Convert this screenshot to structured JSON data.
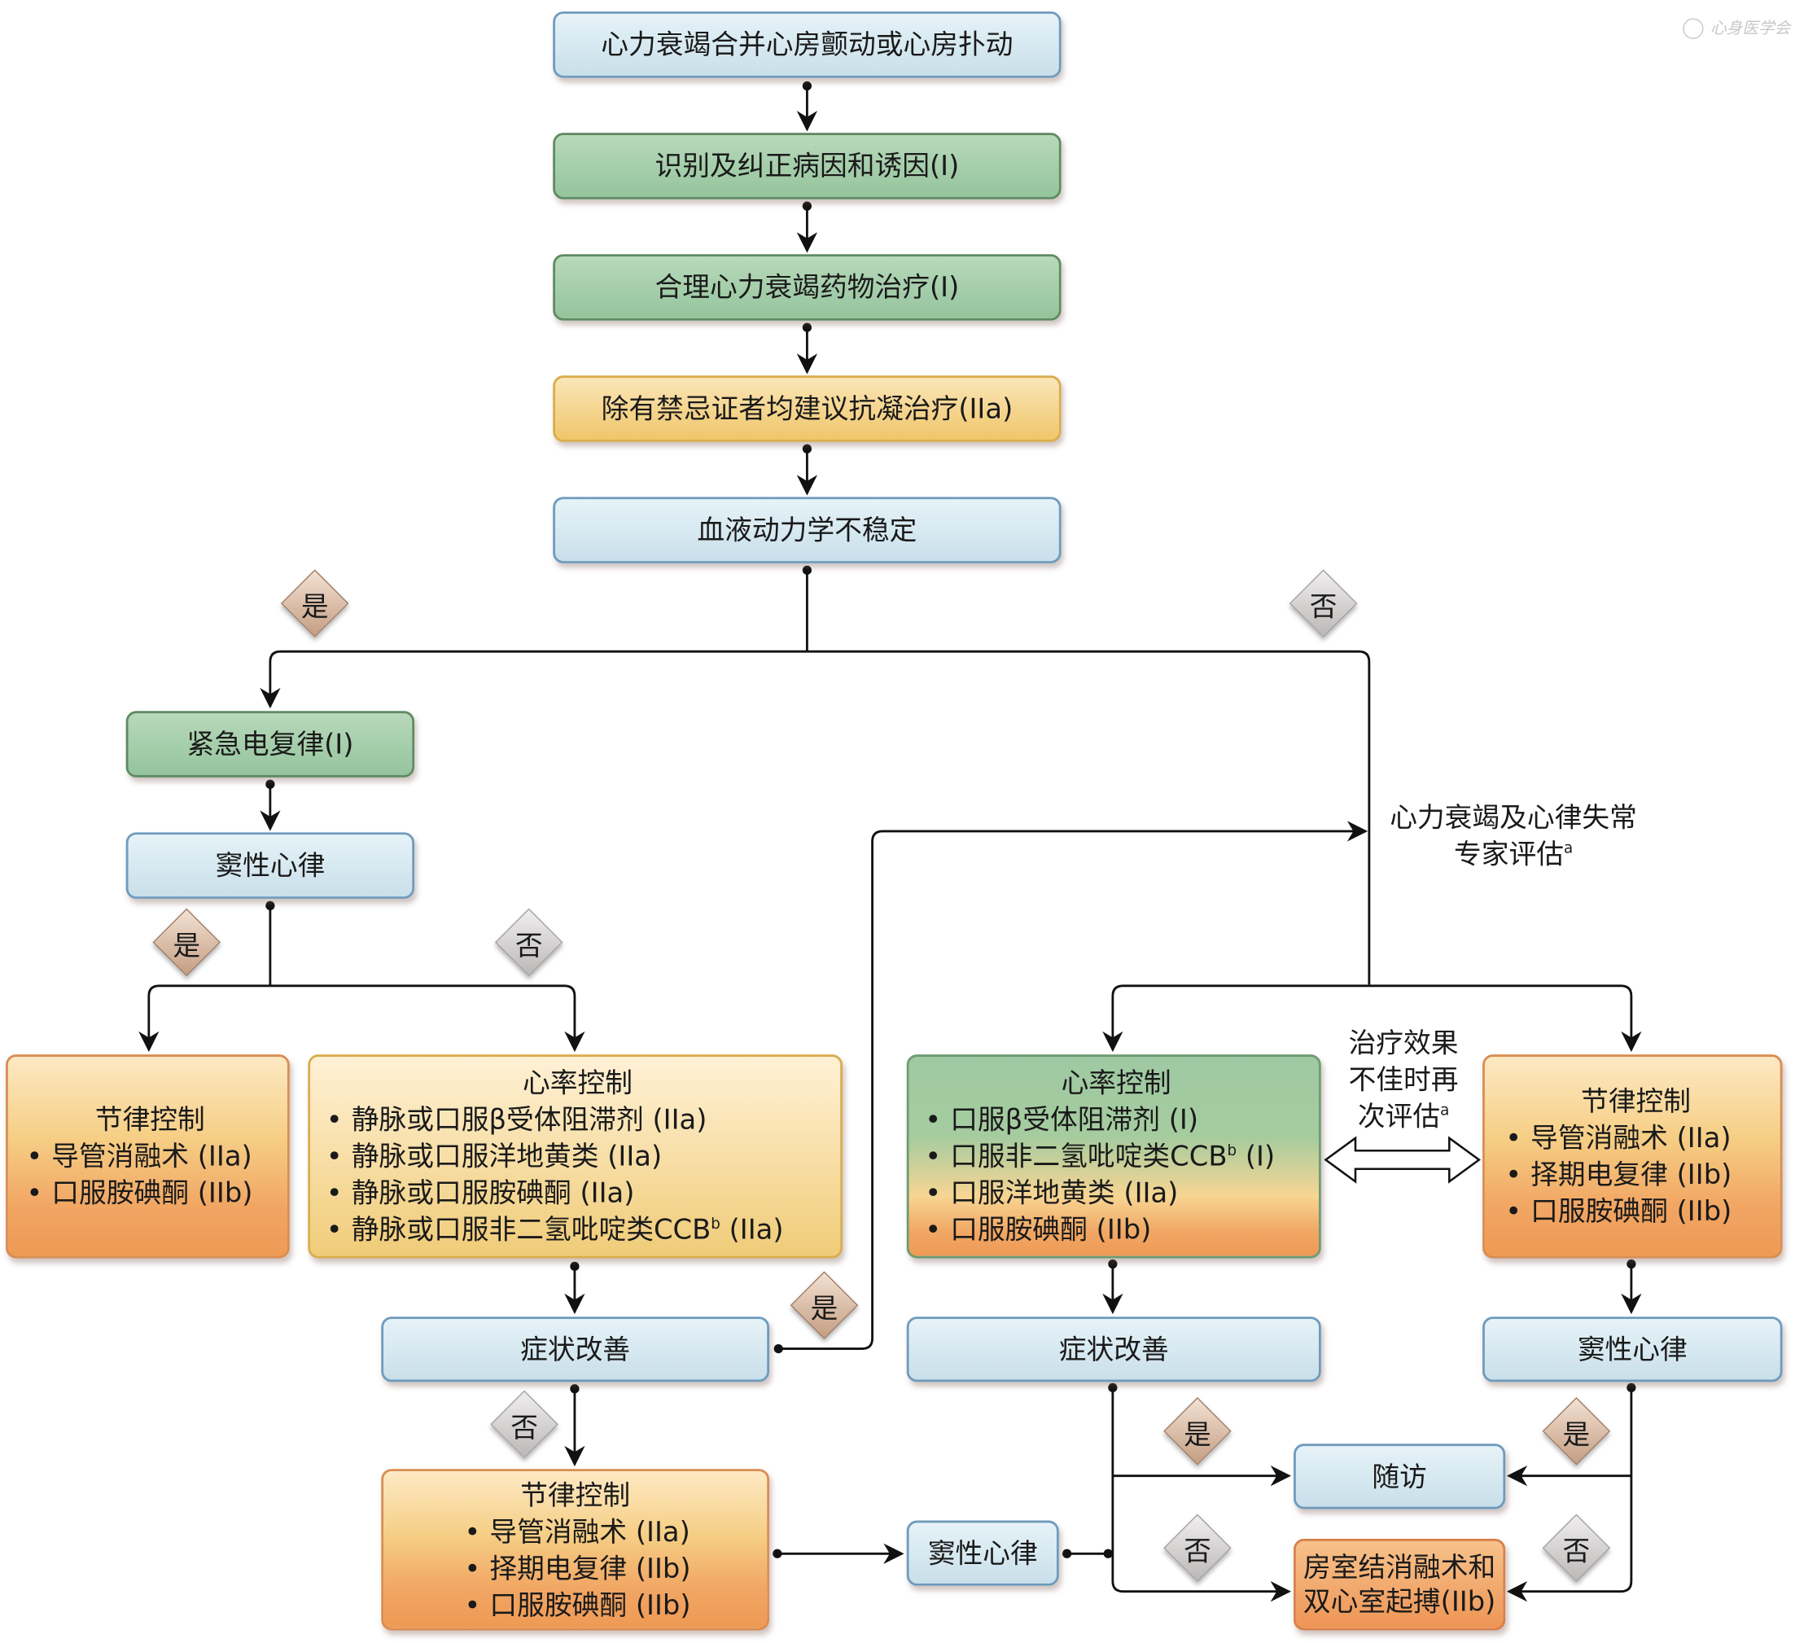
{
  "title": "心力衰竭合并心房颤动或心房扑动处理流程",
  "watermark": "心身医学会",
  "colors": {
    "blue_box": "#d7e9f1",
    "green_box": "#a6ceaa",
    "yellow_box": "#f3d48e",
    "orange_box": "#f1a663",
    "yes_diamond": "#d9bca6",
    "no_diamond": "#d6d3d3",
    "line": "#111111"
  },
  "nodes": {
    "start": "心力衰竭合并心房颤动或心房扑动",
    "identify": "识别及纠正病因和诱因(I)",
    "hf_meds": "合理心力衰竭药物治疗(I)",
    "anticoag": "除有禁忌证者均建议抗凝治疗(IIa)",
    "unstable": "血液动力学不稳定",
    "emergency_cv": "紧急电复律(I)",
    "sinus_left": "窦性心律",
    "rhythm_left": {
      "title": "节律控制",
      "items": [
        "导管消融术 (IIa)",
        "口服胺碘酮 (IIb)"
      ]
    },
    "rate_left": {
      "title": "心率控制",
      "items": [
        "静脉或口服β受体阻滞剂 (IIa)",
        "静脉或口服洋地黄类 (IIa)",
        "静脉或口服胺碘酮 (IIa)",
        "静脉或口服非二氢吡啶类CCB",
        "(IIa)"
      ],
      "last_item_main": "静脉或口服非二氢吡啶类CCB",
      "last_item_sup": "b",
      "last_item_tail": " (IIa)"
    },
    "symptom_left": "症状改善",
    "rhythm_bottom": {
      "title": "节律控制",
      "items": [
        "导管消融术 (IIa)",
        "择期电复律 (IIb)",
        "口服胺碘酮 (IIb)"
      ]
    },
    "sinus_bottom": "窦性心律",
    "expert": {
      "line1": "心力衰竭及心律失常",
      "line2": "专家评估",
      "sup": "a"
    },
    "rate_right": {
      "title": "心率控制",
      "items": [
        {
          "main": "口服β受体阻滞剂 (I)",
          "sup": ""
        },
        {
          "main": "口服非二氢吡啶类CCB",
          "sup": "b",
          "tail": " (I)"
        },
        {
          "main": "口服洋地黄类 (IIa)",
          "sup": ""
        },
        {
          "main": "口服胺碘酮 (IIb)",
          "sup": ""
        }
      ]
    },
    "reassess": {
      "line1": "治疗效果",
      "line2": "不佳时再",
      "line3": "次评估",
      "sup": "a"
    },
    "rhythm_right": {
      "title": "节律控制",
      "items": [
        "导管消融术 (IIa)",
        "择期电复律 (IIb)",
        "口服胺碘酮 (IIb)"
      ]
    },
    "symptom_right": "症状改善",
    "sinus_right": "窦性心律",
    "followup": "随访",
    "av_ablation": {
      "line1": "房室结消融术和",
      "line2": "双心室起搏(IIb)"
    }
  },
  "decisions": {
    "yes": "是",
    "no": "否"
  }
}
